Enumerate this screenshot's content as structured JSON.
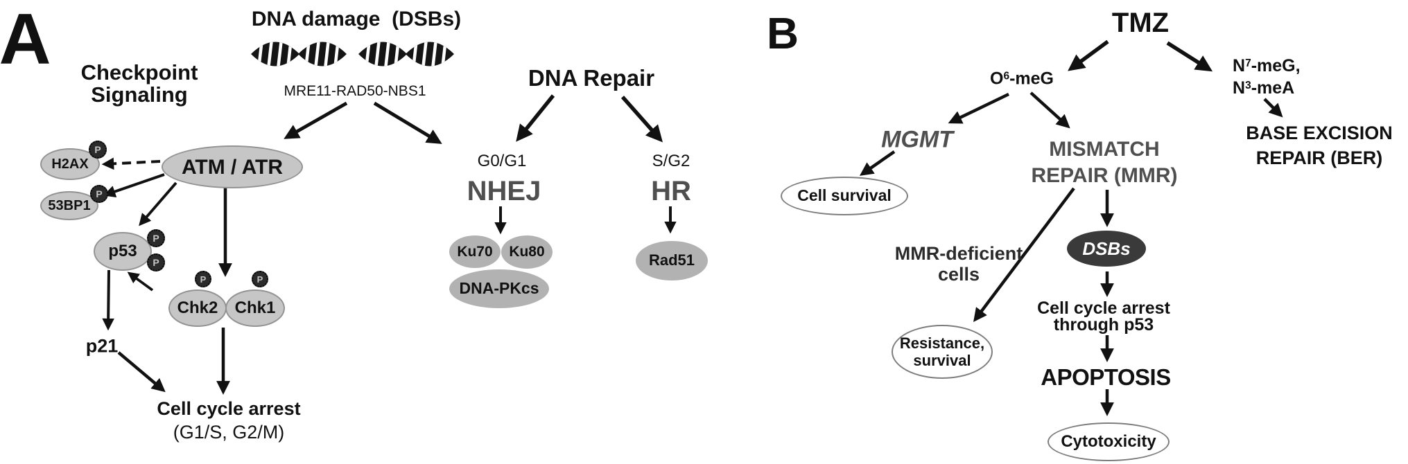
{
  "colors": {
    "node_gray": "#c6c6c6",
    "node_gray_dark": "#b2b2b2",
    "dark_node": "#3a3a3a",
    "muted_heading": "#4f4f4f",
    "text": "#111111",
    "background": "#ffffff"
  },
  "panel_a": {
    "label": "A",
    "dna_damage_title": "DNA damage  (DSBs)",
    "mrn_complex": "MRE11-RAD50-NBS1",
    "checkpoint_signaling": [
      "Checkpoint",
      "Signaling"
    ],
    "phospho_mark": "P",
    "nodes": {
      "atm_atr": "ATM / ATR",
      "h2ax": "H2AX",
      "bp1_53": "53BP1",
      "p53": "p53",
      "chk2": "Chk2",
      "chk1": "Chk1",
      "ku70": "Ku70",
      "ku80": "Ku80",
      "dna_pkcs": "DNA-PKcs",
      "rad51": "Rad51"
    },
    "p21": "p21",
    "cell_cycle_arrest": "Cell cycle arrest",
    "arrest_phases": "(G1/S, G2/M)",
    "dna_repair_title": "DNA Repair",
    "g0g1": "G0/G1",
    "nhej": "NHEJ",
    "sg2": "S/G2",
    "hr": "HR"
  },
  "panel_b": {
    "label": "B",
    "tmz": "TMZ",
    "o6meg": {
      "base": "O",
      "sup": "6",
      "tail": "-meG"
    },
    "n7meg": {
      "base": "N",
      "sup": "7",
      "tail": "-meG,"
    },
    "n3mea": {
      "base": "N",
      "sup": "3",
      "tail": "-meA"
    },
    "mgmt": "MGMT",
    "cell_survival": "Cell survival",
    "mismatch_repair": [
      "MISMATCH",
      "REPAIR (MMR)"
    ],
    "mmr_deficient": [
      "MMR-deficient",
      "cells"
    ],
    "resistance": [
      "Resistance,",
      "survival"
    ],
    "dsbs": "DSBs",
    "arrest": [
      "Cell cycle arrest",
      "through p53"
    ],
    "apoptosis": "APOPTOSIS",
    "cytotoxicity": "Cytotoxicity",
    "ber": [
      "BASE EXCISION",
      "REPAIR (BER)"
    ]
  }
}
